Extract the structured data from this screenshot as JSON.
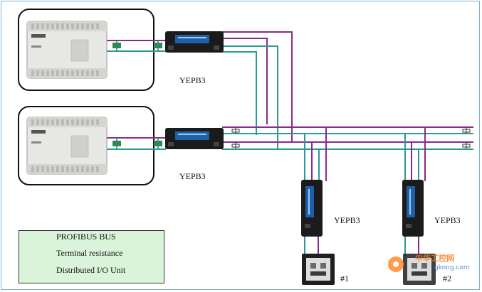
{
  "colors": {
    "bus_purple": "#8a2a8a",
    "bus_teal": "#2a9a98",
    "terminal": "#2e8a5a",
    "legend_bg": "#d9f4d9",
    "watermark": "#ff7a1a"
  },
  "icons": {
    "plc": "plc-controller-icon",
    "converter": "yepb3-converter-icon",
    "io_unit": "distributed-io-contactor-icon",
    "terminal": "terminal-resistance-icon"
  },
  "labels": {
    "converter_top": "YEPB3",
    "converter_mid": "YEPB3",
    "converter_slave1": "YEPB3",
    "converter_slave2": "YEPB3",
    "node1": "#1",
    "node2": "#2"
  },
  "legend": {
    "bus": "PROFIBUS BUS",
    "terminal": "Terminal resistance",
    "io": "Distributed I/O Unit"
  },
  "watermark": {
    "brand": "中华工控网",
    "url": "gkong.com"
  }
}
